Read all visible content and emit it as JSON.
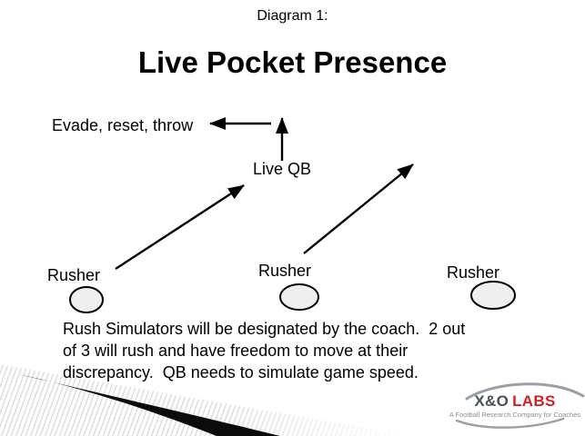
{
  "slide": {
    "kicker": "Diagram 1:",
    "title": "Live Pocket Presence"
  },
  "diagram": {
    "evade_label": "Evade, reset, throw",
    "qb_label": "Live QB",
    "rushers": [
      {
        "label": "Rusher"
      },
      {
        "label": "Rusher"
      },
      {
        "label": "Rusher"
      }
    ]
  },
  "note": {
    "lines": [
      "Rush Simulators will be designated by the coach.  2 out",
      "of 3 will rush and have freedom to move at their",
      "discrepancy.  QB needs to simulate game speed."
    ]
  },
  "logo": {
    "brand_xo": "X&O",
    "brand_labs": "LABS",
    "tagline": "A Football Research Company for Coaches"
  },
  "colors": {
    "ink": "#000000",
    "ellipse_fill": "#efefef",
    "logo_dark": "#4a4e57",
    "logo_red": "#d21f26",
    "logo_gray": "#98a0a8",
    "stripe_gray": "#d9d9d9"
  }
}
